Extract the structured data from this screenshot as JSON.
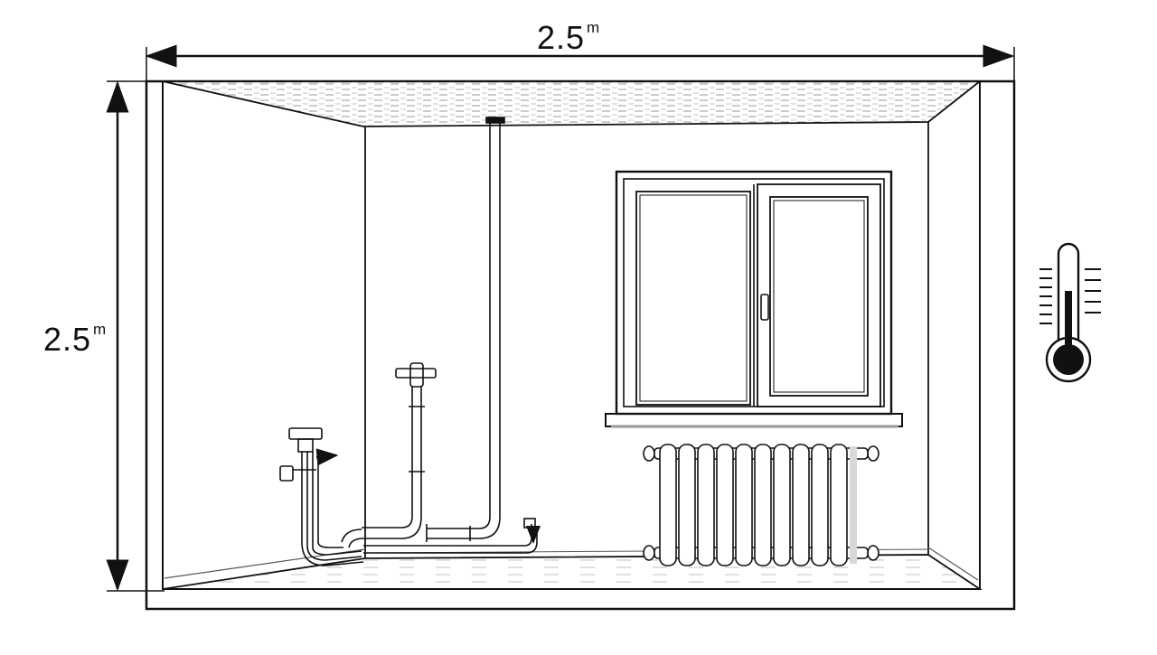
{
  "diagram": {
    "width_dimension": {
      "value": "2.5",
      "unit": "m"
    },
    "height_dimension": {
      "value": "2.5",
      "unit": "m"
    }
  },
  "colors": {
    "ink": "#111111",
    "wall_shade": "#f7f7f7",
    "ceiling_hatch": "#9a9a9a"
  },
  "icons": {
    "thermometer": "thermometer-icon",
    "radiator": "radiator-icon",
    "window": "window-icon",
    "pipe": "pipe-icon"
  }
}
